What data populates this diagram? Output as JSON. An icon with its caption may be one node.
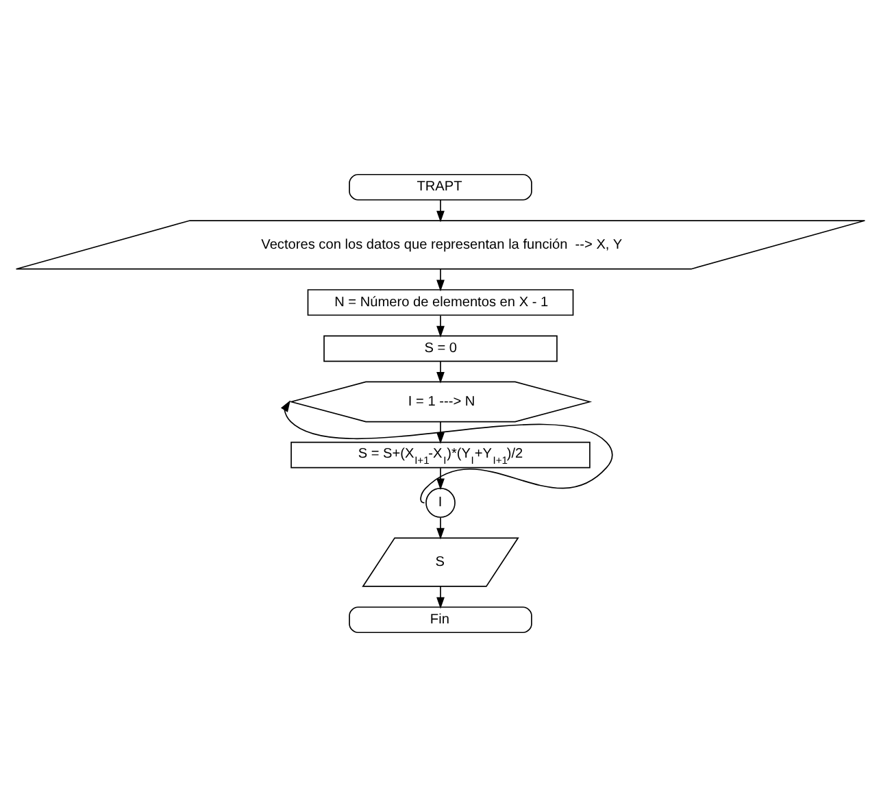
{
  "diagram": {
    "nodes": [
      {
        "text": [
          "TRAPT"
        ]
      },
      {
        "text": [
          "Vectores con los datos que representan la función  --> X, Y"
        ]
      },
      {
        "text": [
          "N = Número de elementos en X - 1"
        ]
      },
      {
        "text": [
          "S = 0"
        ]
      },
      {
        "text": [
          "I = 1 ---> N"
        ]
      },
      {
        "text": [
          "S = S+(X$_{I+1}$-X$_{I}$)*(Y$_{I}$+Y$_{I+1}$)/2"
        ]
      },
      {
        "text": [
          "I"
        ]
      },
      {
        "text": [
          "S"
        ]
      },
      {
        "text": [
          "Fin"
        ]
      }
    ],
    "edges": [
      {
        "from": 0,
        "to": 1,
        "arrow": "to"
      },
      {
        "from": 1,
        "to": 2,
        "arrow": "to"
      },
      {
        "from": 2,
        "to": 3,
        "arrow": "to"
      },
      {
        "from": 3,
        "to": 4,
        "arrow": "to"
      },
      {
        "from": 4,
        "to": 5,
        "arrow": "to"
      },
      {
        "from": 5,
        "to": 6,
        "arrow": "to"
      },
      {
        "from": 6,
        "to": 4,
        "arrow": "to"
      },
      {
        "from": 6,
        "to": 7,
        "arrow": "to"
      },
      {
        "from": 7,
        "to": 8,
        "arrow": "to"
      }
    ]
  }
}
